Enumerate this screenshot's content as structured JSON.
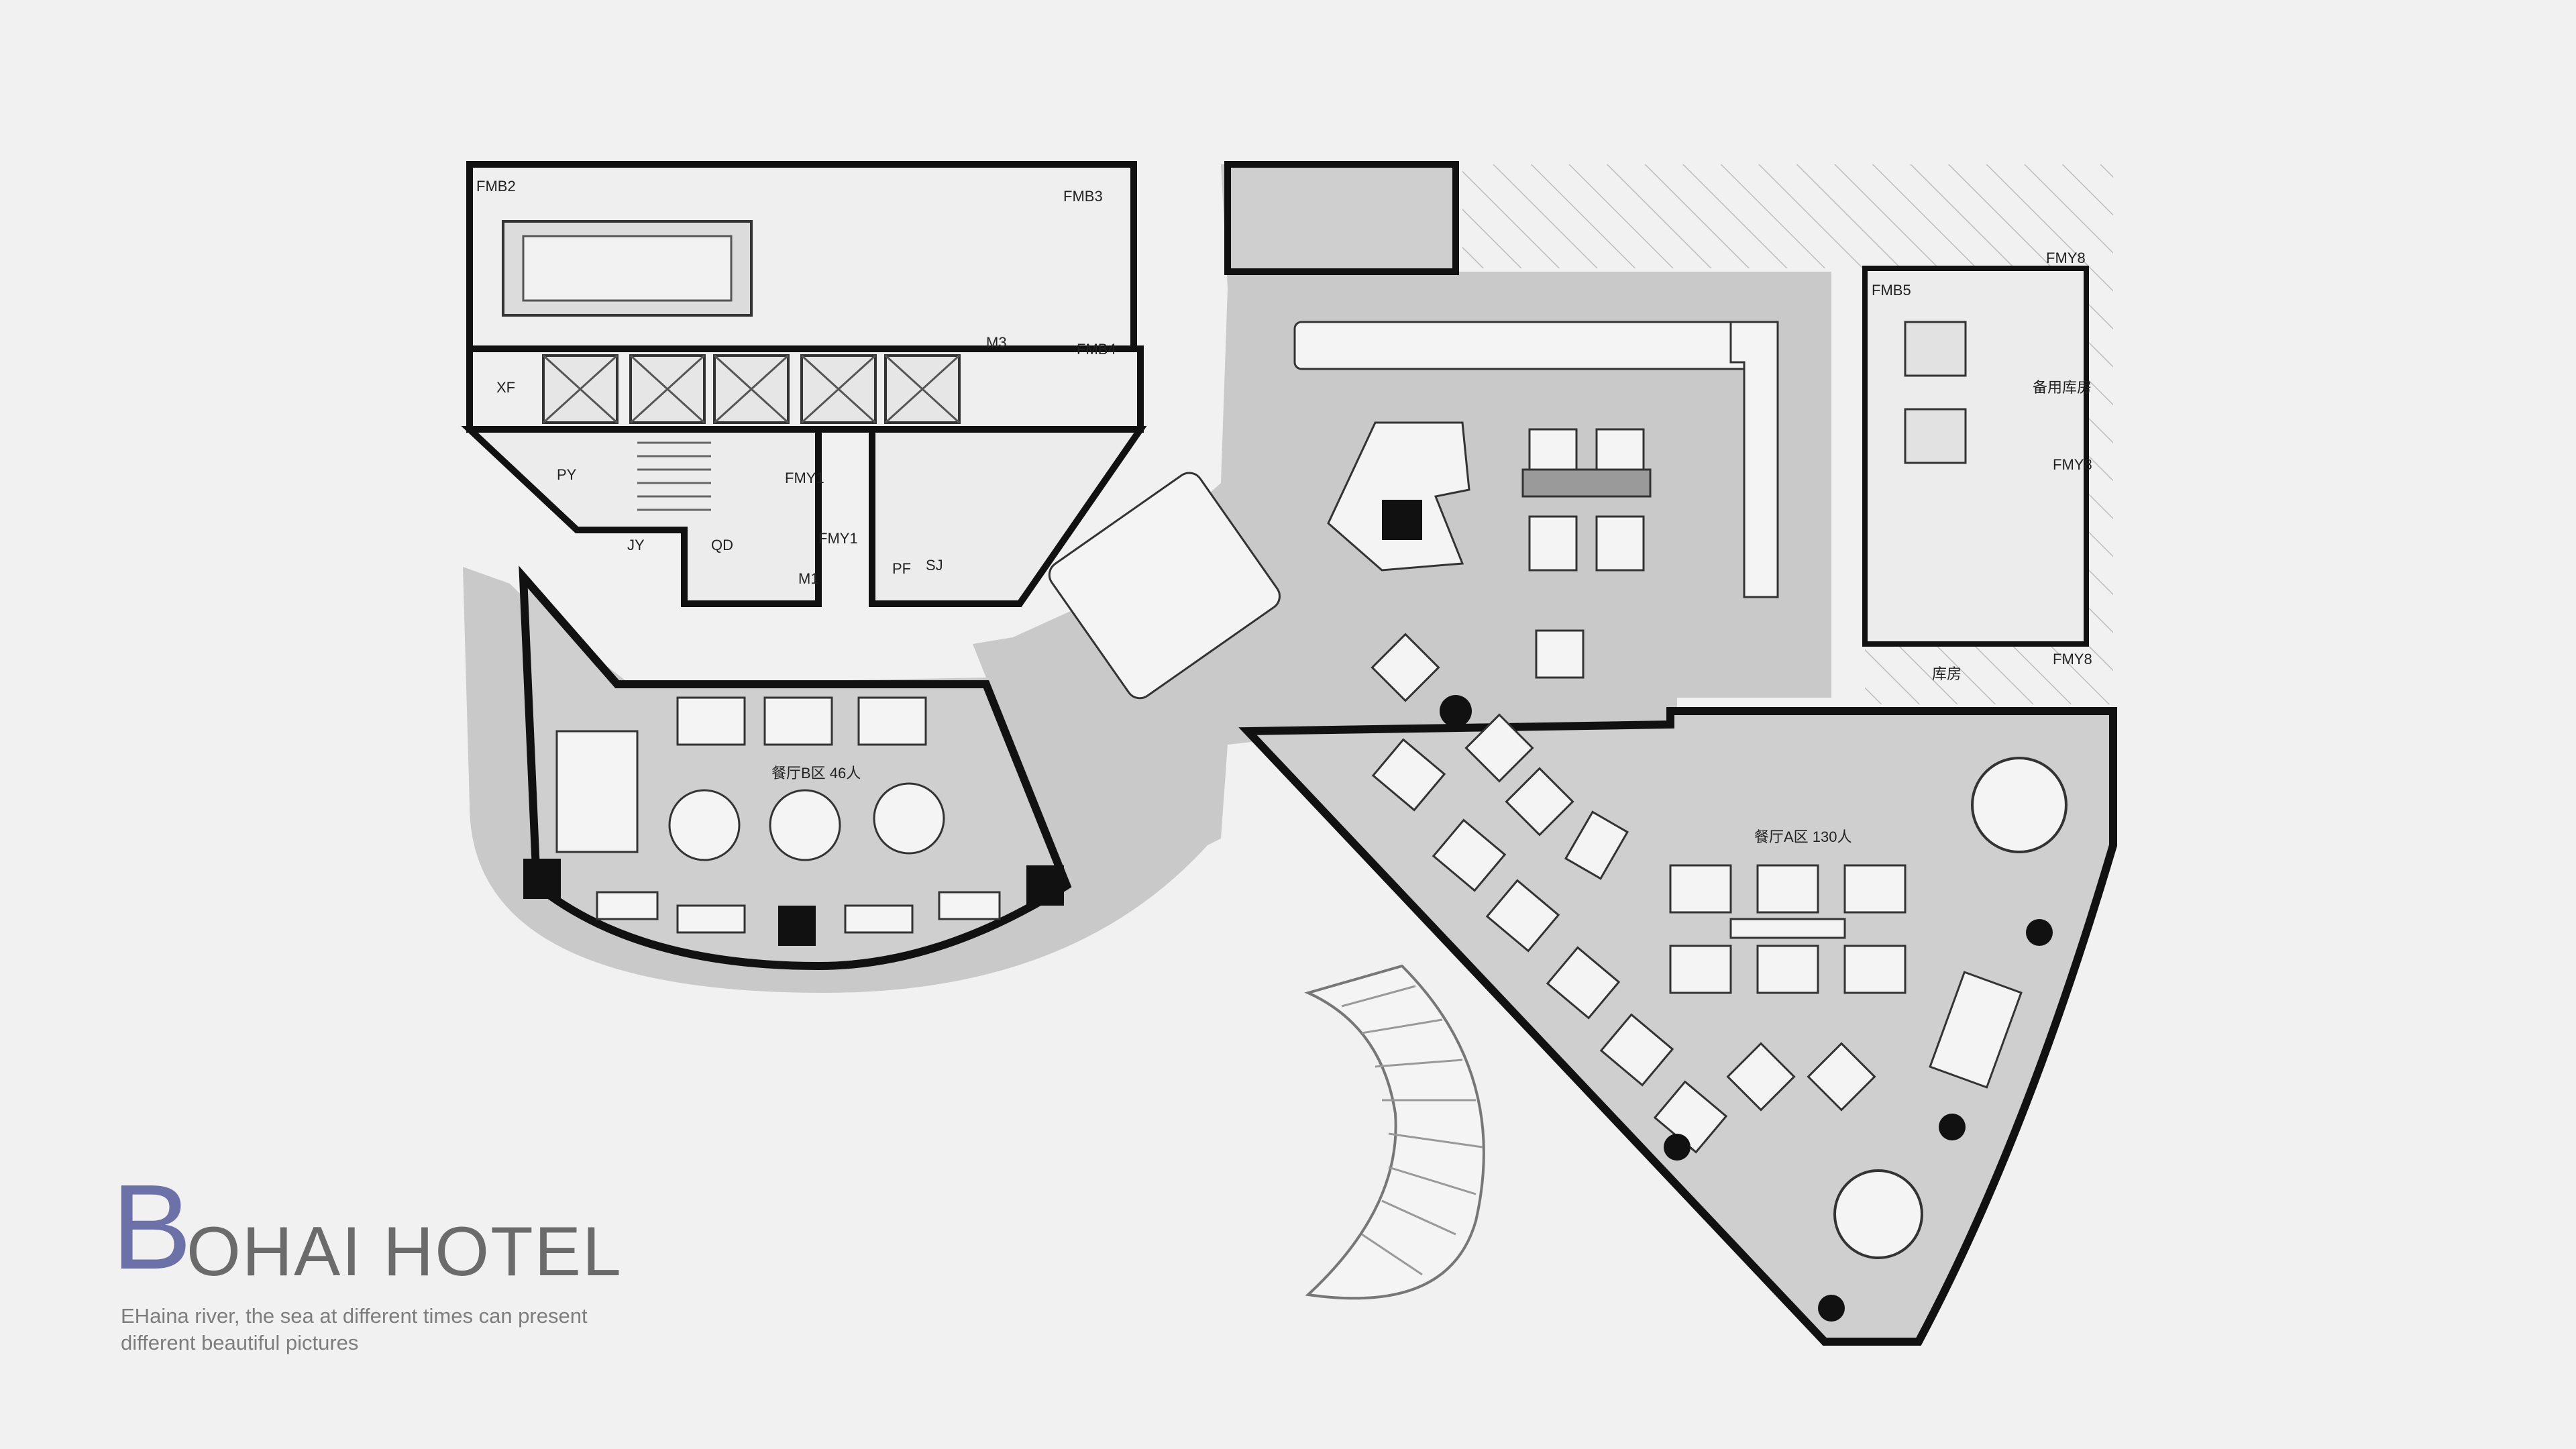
{
  "brand": {
    "initial": "B",
    "rest": "OHAI HOTEL",
    "tagline_line1": "EHaina river, the sea at different times can present",
    "tagline_line2": "different beautiful pictures"
  },
  "plan_labels": {
    "fmb2": "FMB2",
    "fmb3": "FMB3",
    "fmb4": "FMB4",
    "fmb5": "FMB5",
    "m3": "M3",
    "m1": "M1",
    "fmy1a": "FMY1",
    "fmy1b": "FMY1",
    "xf": "XF",
    "py": "PY",
    "jy": "JY",
    "qd": "QD",
    "pf": "PF",
    "sj": "SJ",
    "fmy8a": "FMY8",
    "fmy8b": "FMY8",
    "fmy8c": "FMY8",
    "dining_b": "餐厅B区 46人",
    "dining_a": "餐厅A区 130人",
    "spare_room": "备用库房",
    "storeroom": "库房"
  },
  "colors": {
    "floor": "#c9c9c9",
    "wall": "#111111",
    "background": "#f1f1f1",
    "furniture": "#f4f4f4",
    "brand_initial": "#6c72a8",
    "brand_text": "#6b6b6b"
  }
}
